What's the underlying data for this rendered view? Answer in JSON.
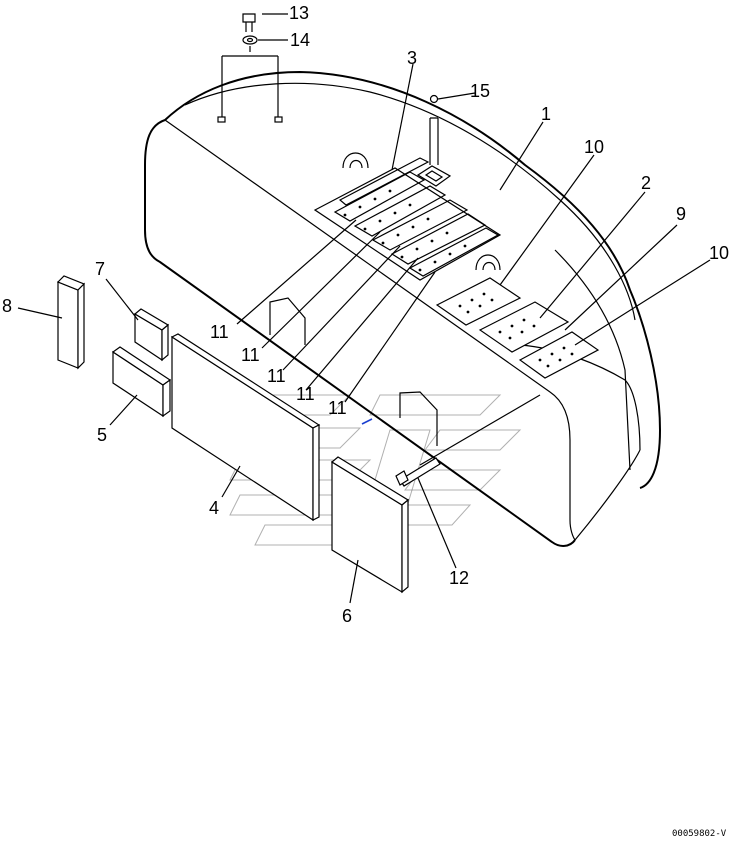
{
  "callouts": {
    "c1": "1",
    "c2": "2",
    "c3": "3",
    "c4": "4",
    "c5": "5",
    "c6": "6",
    "c7": "7",
    "c8": "8",
    "c9": "9",
    "c10a": "10",
    "c10b": "10",
    "c11a": "11",
    "c11b": "11",
    "c11c": "11",
    "c11d": "11",
    "c11e": "11",
    "c12": "12",
    "c13": "13",
    "c14": "14",
    "c15": "15"
  },
  "drawing_code": "00059802-V"
}
